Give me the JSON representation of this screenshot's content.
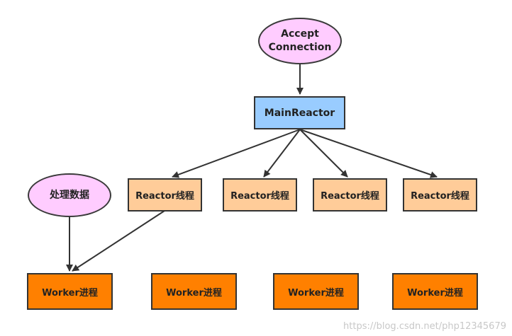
{
  "nodes": {
    "accept_connection": {
      "line1": "Accept",
      "line2": "Connection"
    },
    "main_reactor": "MainReactor",
    "reactors": [
      "Reactor线程",
      "Reactor线程",
      "Reactor线程",
      "Reactor线程"
    ],
    "process_data": "处理数据",
    "workers": [
      "Worker进程",
      "Worker进程",
      "Worker进程",
      "Worker进程"
    ]
  },
  "watermark": "https://blog.csdn.net/php12345679",
  "colors": {
    "ellipse_fill": "#ffccff",
    "main_reactor_fill": "#99ccff",
    "reactor_fill": "#ffcc99",
    "worker_fill": "#ff8000",
    "border": "#333333",
    "arrow": "#333333"
  }
}
